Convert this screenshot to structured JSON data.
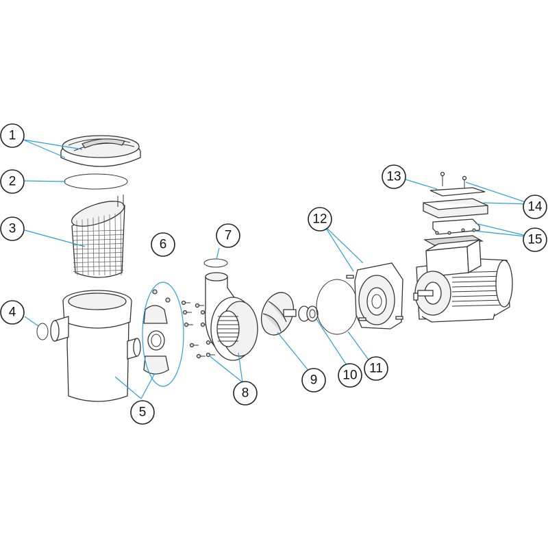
{
  "callouts": [
    {
      "id": "1",
      "label": "1"
    },
    {
      "id": "2",
      "label": "2"
    },
    {
      "id": "3",
      "label": "3"
    },
    {
      "id": "4",
      "label": "4"
    },
    {
      "id": "5",
      "label": "5"
    },
    {
      "id": "6",
      "label": "6"
    },
    {
      "id": "7",
      "label": "7"
    },
    {
      "id": "8",
      "label": "8"
    },
    {
      "id": "9",
      "label": "9"
    },
    {
      "id": "10",
      "label": "10"
    },
    {
      "id": "11",
      "label": "11"
    },
    {
      "id": "12",
      "label": "12"
    },
    {
      "id": "13",
      "label": "13"
    },
    {
      "id": "14",
      "label": "14"
    },
    {
      "id": "15",
      "label": "15"
    }
  ],
  "colors": {
    "leader_line": "#2a9fd6",
    "part_outline": "#333333",
    "background": "#ffffff"
  }
}
